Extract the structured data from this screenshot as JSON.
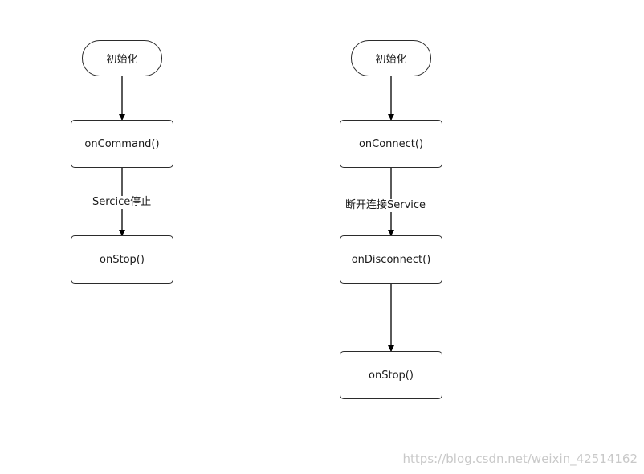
{
  "diagram": {
    "left_flow": {
      "start": "初始化",
      "step1": "onCommand()",
      "edge_label": "Sercice停止",
      "end": "onStop()"
    },
    "right_flow": {
      "start": "初始化",
      "step1": "onConnect()",
      "edge_label": "断开连接Service",
      "step2": "onDisconnect()",
      "end": "onStop()"
    }
  },
  "watermark": "https://blog.csdn.net/weixin_42514162"
}
